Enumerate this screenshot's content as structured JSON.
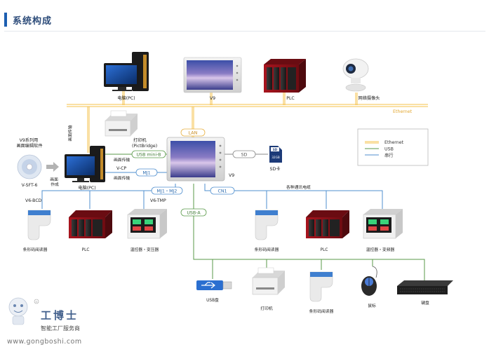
{
  "header": {
    "title": "系统构成"
  },
  "devices": {
    "pc_top": "电脑(PC)",
    "v9_top": "V9",
    "plc_top": "PLC",
    "camera": "网络摄像头",
    "printer_bridge": "打印机\n(PictBridge)",
    "v9_main": "V9",
    "sd_card": "SD卡",
    "sd_badge": "32GB",
    "software_label": "V9系列用\n画面编辑软件",
    "software_name": "V-SFT-6",
    "pc_mid": "电脑(PC)",
    "v6_bcd": "V6-BCD",
    "v6_tmp": "V6-TMP",
    "barcode_left": "条形码阅读器",
    "plc_left": "PLC",
    "temp_left": "温控器・变压器",
    "barcode_right": "条形码阅读器",
    "plc_right": "PLC",
    "temp_right": "温控器・变频器",
    "usb_drive": "USB盘",
    "printer_bottom": "打印机",
    "barcode_bottom": "条形码阅读器",
    "mouse": "鼠标",
    "keyboard": "键盘"
  },
  "annotations": {
    "screen_xfer_vertical": "画面传输",
    "screen_make_vertical": "画面\n作成",
    "screen_xfer_1": "画面传输",
    "screen_xfer_2": "画面传输",
    "various_comm": "各种通讯电缆"
  },
  "connections": {
    "ethernet_top": "Ethernet",
    "lan": "LAN",
    "usb_mini_b": "USB mini-B",
    "sd": "SD",
    "v_cp": "V-CP",
    "mj1": "MJ1",
    "mj1_mj2": "MJ1・MJ2",
    "cn1": "CN1",
    "usb_a": "USB-A"
  },
  "legend": [
    {
      "label": "Ethernet",
      "color": "#f5c14a"
    },
    {
      "label": "USB",
      "color": "#5a9a49"
    },
    {
      "label": "串行",
      "color": "#4f8fcf"
    }
  ],
  "watermark": {
    "brand": "工博士",
    "tagline": "智能工厂服务商",
    "url": "www.gongboshi.com"
  }
}
